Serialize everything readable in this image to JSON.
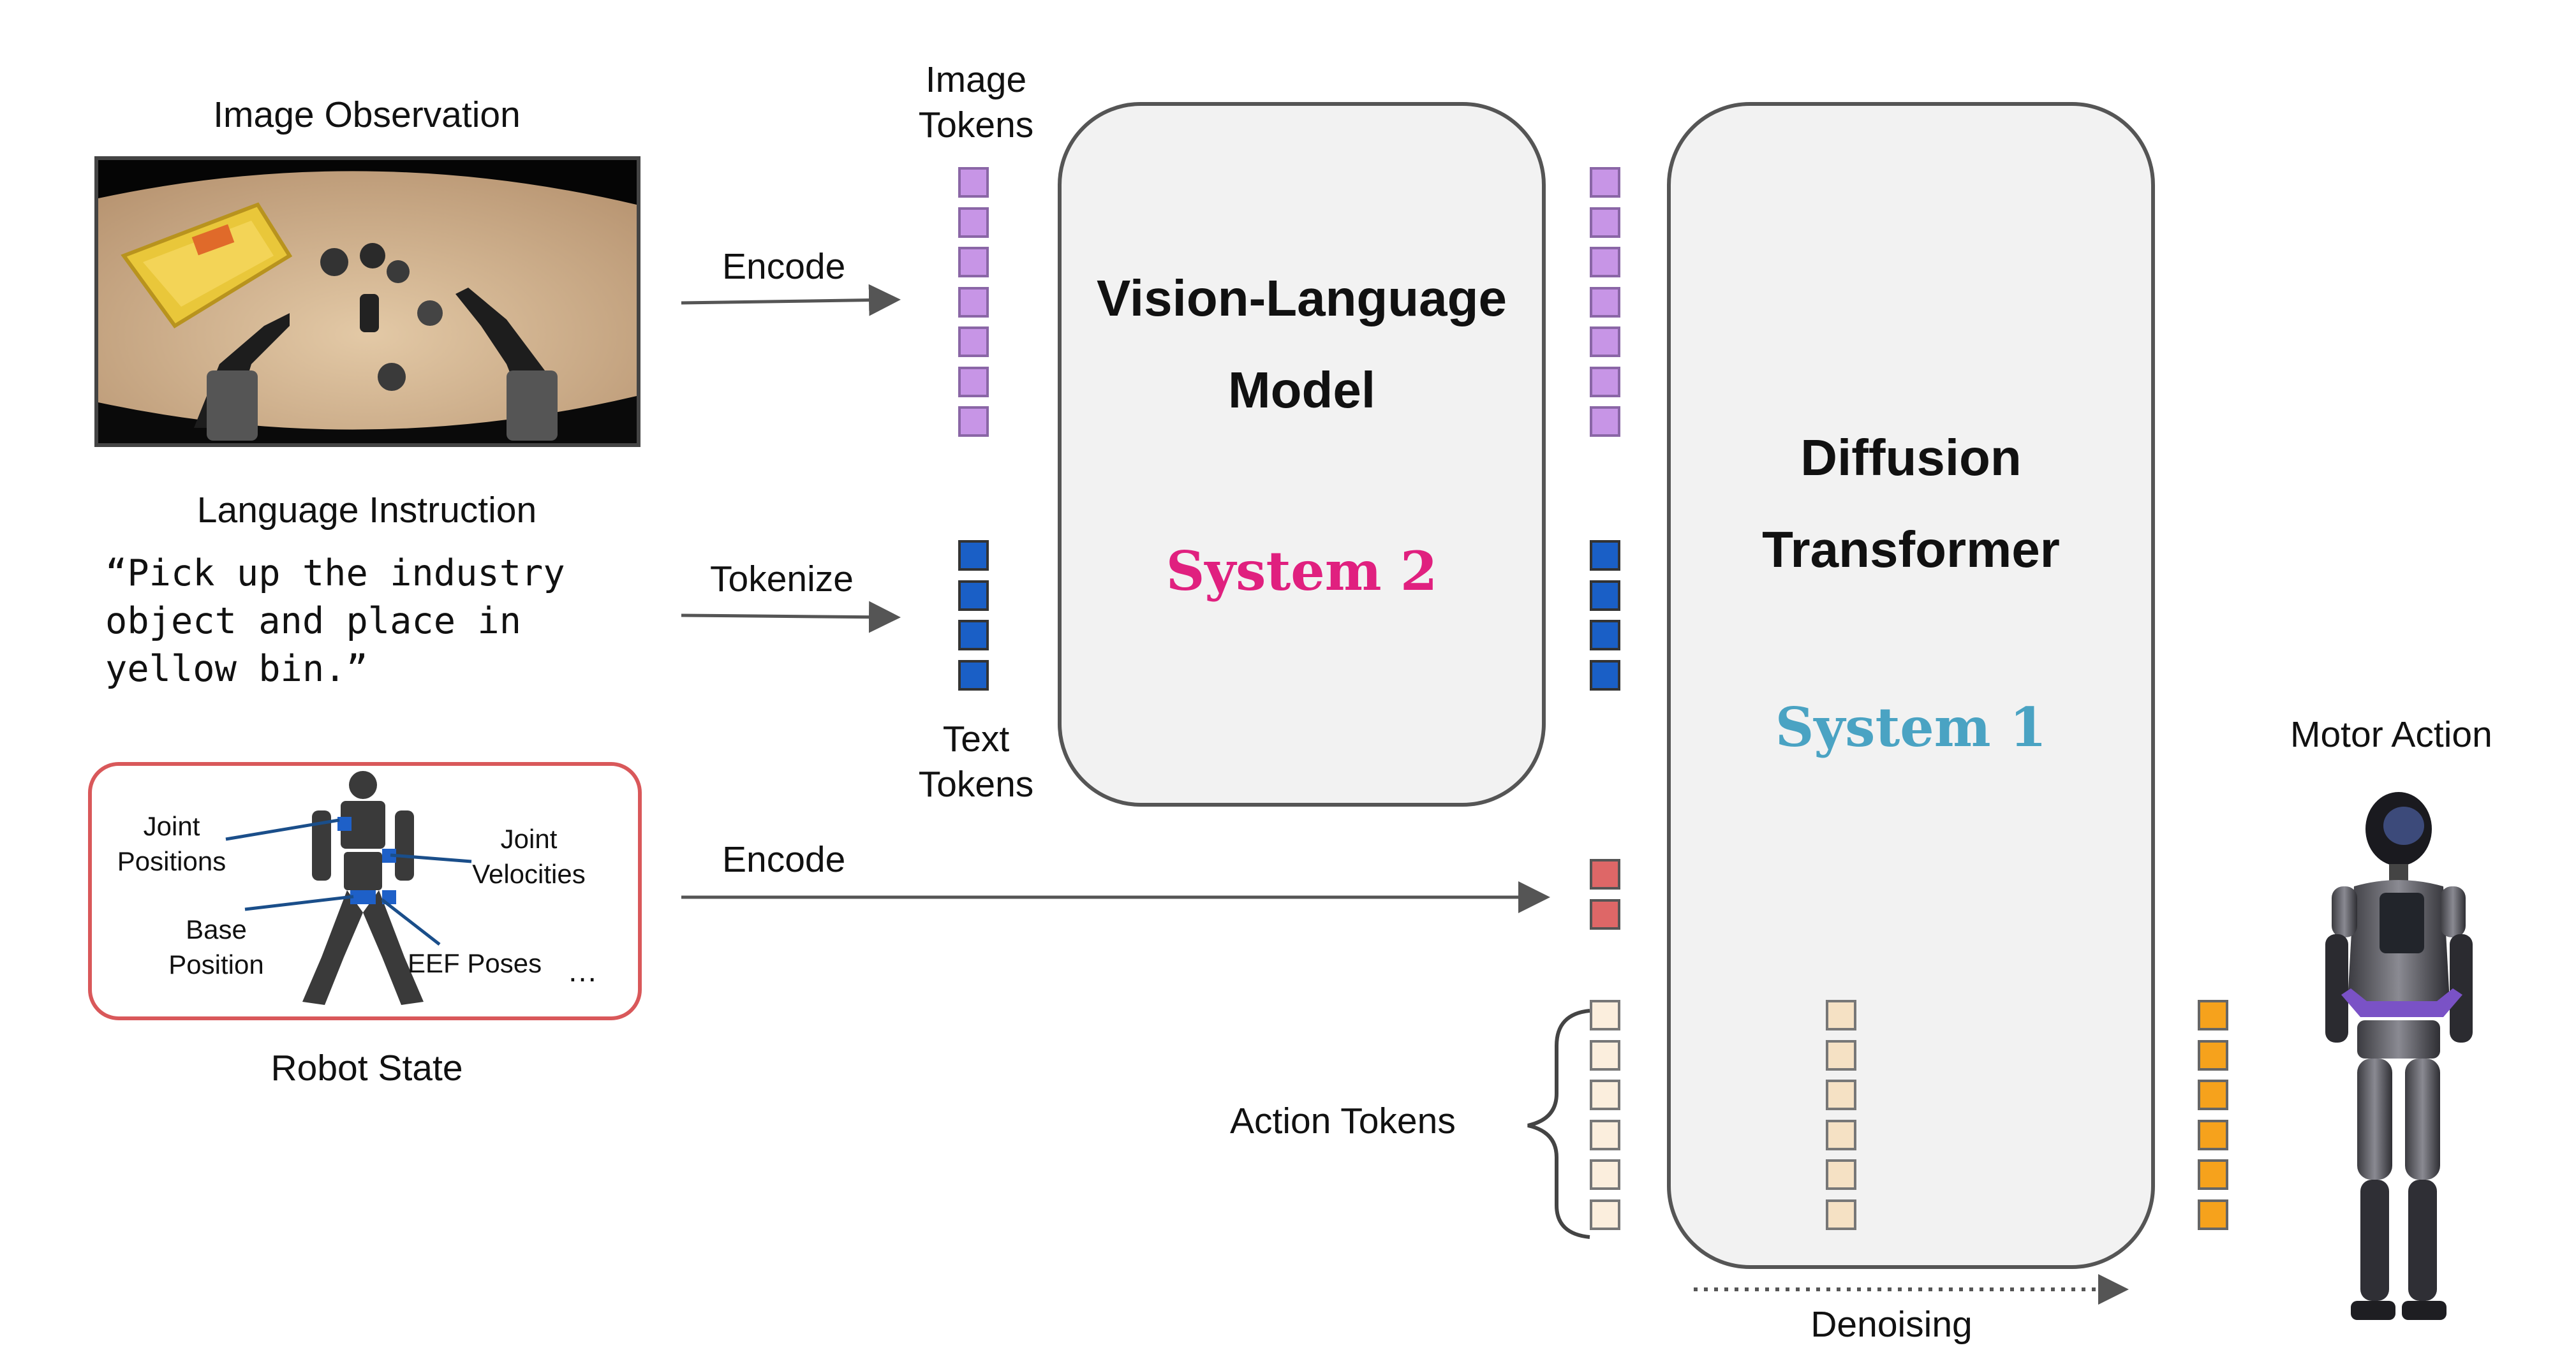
{
  "inputs": {
    "image_observation": "Image Observation",
    "language_instruction": "Language Instruction",
    "instruction_text": "“Pick up the industry\nobject and place in\nyellow bin.”",
    "robot_state": "Robot State",
    "state_labels": {
      "joint_positions": "Joint\nPositions",
      "joint_velocities": "Joint\nVelocities",
      "base_position": "Base\nPosition",
      "eef_poses": "EEF Poses",
      "ellipsis": "…"
    }
  },
  "arrows": {
    "encode_image": "Encode",
    "tokenize": "Tokenize",
    "encode_state": "Encode"
  },
  "tokens": {
    "image_tokens": "Image\nTokens",
    "text_tokens": "Text\nTokens",
    "action_tokens": "Action Tokens",
    "image_count": 7,
    "text_count": 4,
    "state_count": 2,
    "action_count": 6
  },
  "models": {
    "vlm_title": "Vision-Language\nModel",
    "vlm_system": "System 2",
    "dit_title": "Diffusion\nTransformer",
    "dit_system": "System 1"
  },
  "outputs": {
    "motor_action": "Motor Action",
    "denoising": "Denoising"
  },
  "colors": {
    "image_token": "#c795e6",
    "text_token": "#1a5fc6",
    "state_token": "#de6767",
    "action_light": "#fbeedd",
    "action_mid": "#f5e1c4",
    "action_orange": "#f6b45a",
    "action_final": "#f6a21c",
    "system2": "#e0207f",
    "system1": "#4aa3c3",
    "state_border": "#d9585a"
  }
}
